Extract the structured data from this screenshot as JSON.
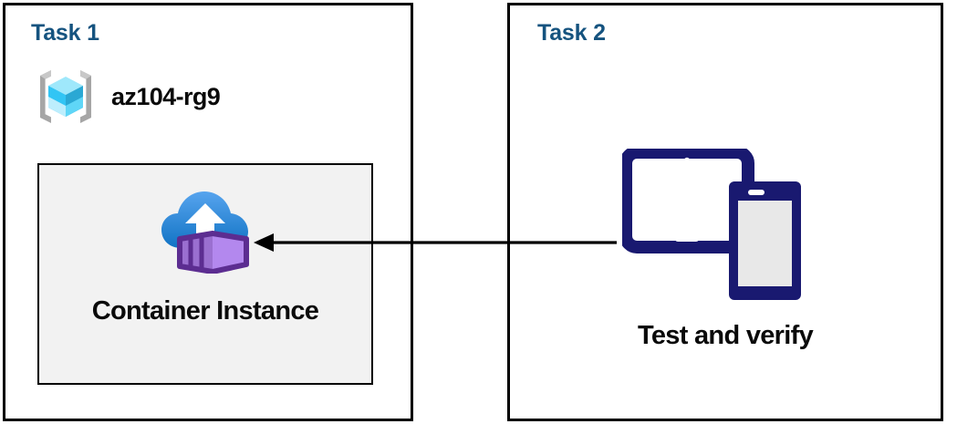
{
  "diagram": {
    "title": "Azure container instance task diagram",
    "background_color": "#ffffff",
    "panel_border_color": "#000000",
    "heading_color": "#15537f",
    "text_color": "#0a0a0a"
  },
  "panels": [
    {
      "id": "task1",
      "title": "Task 1",
      "resource_group": {
        "label": "az104-rg9",
        "icon": "azure-resource-group-icon",
        "icon_colors": {
          "bracket": "#a6a6a6",
          "cube_top": "#9fe8fb",
          "cube_left": "#32c5f4",
          "cube_right": "#2aa8d4",
          "cube_bottom_left": "#bdeefd",
          "cube_bottom_right": "#5fd6f7"
        }
      },
      "resource_box": {
        "label": "Container Instance",
        "icon": "azure-container-instance-icon",
        "fill_color": "#f2f2f2",
        "border_color": "#000000",
        "icon_colors": {
          "cloud_top": "#4f9ee8",
          "cloud_bottom": "#1577c9",
          "arrow": "#ffffff",
          "container_outline": "#5c2d91",
          "container_front": "#9a6fd0",
          "container_side": "#b388ee"
        }
      }
    },
    {
      "id": "task2",
      "title": "Task 2",
      "device": {
        "label": "Test and verify",
        "icon": "tablet-and-phone-icon",
        "icon_colors": {
          "frame": "#191970",
          "tablet_screen": "#ffffff",
          "phone_screen": "#e8e8e8"
        }
      }
    }
  ],
  "connector": {
    "name": "flow-arrow",
    "direction": "right-to-left",
    "from": "Test and verify",
    "to": "Container Instance",
    "color": "#000000"
  }
}
